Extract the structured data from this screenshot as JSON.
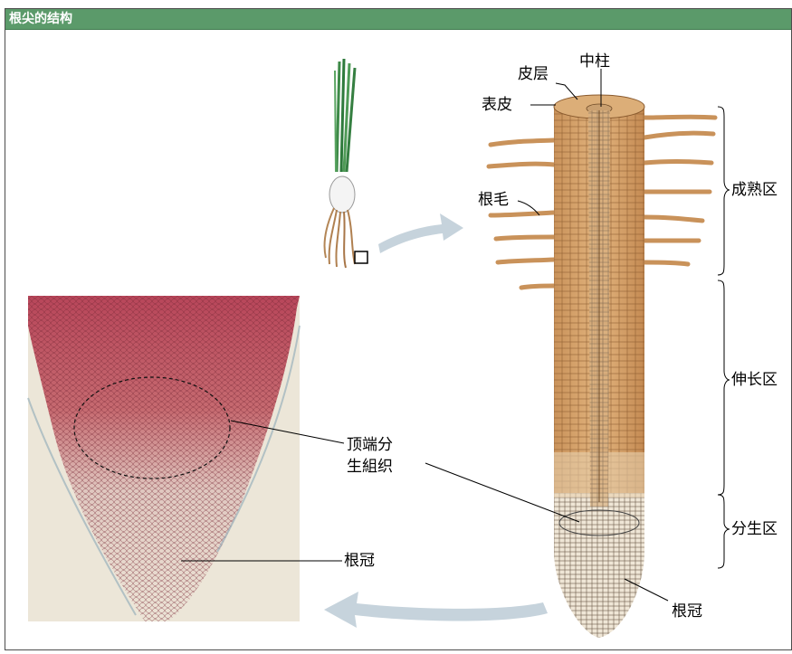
{
  "title": "根尖的结构",
  "labels": {
    "pixiceng": "皮层",
    "zhongzhu": "中柱",
    "biaopi": "表皮",
    "genmao": "根毛",
    "chengshuqu": "成熟区",
    "shenchangqu": "伸长区",
    "fenshengqu": "分生区",
    "genguan_right": "根冠",
    "dingduan_line1": "顶端分",
    "dingduan_line2": "生組织",
    "genguan_left": "根冠"
  },
  "colors": {
    "title_bar": "#5b9a6a",
    "root_tan": "#d9a870",
    "micrograph_red": "#b94a5a",
    "arrow": "#c6d3dc"
  }
}
